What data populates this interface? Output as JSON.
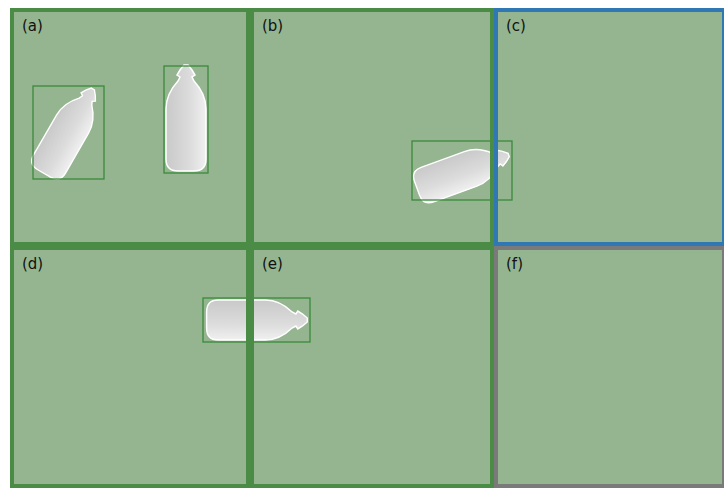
{
  "diagram": {
    "nodes": [
      {
        "text": [
          "(a)"
        ]
      },
      {
        "text": [
          "(b)"
        ]
      },
      {
        "text": [
          "(c)"
        ]
      },
      {
        "text": [
          "(d)"
        ]
      },
      {
        "text": [
          "(e)"
        ]
      },
      {
        "text": [
          "(f)"
        ]
      }
    ]
  }
}
